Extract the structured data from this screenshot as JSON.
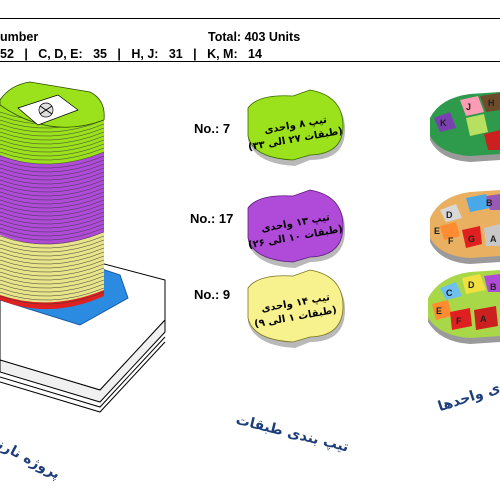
{
  "header": {
    "title_fragment": "umber",
    "total": "Total: 403 Units",
    "summary": "52   |   C, D, E:   35   |   H, J:   31   |   K, M:   14"
  },
  "rows": [
    {
      "no": "No.: 7",
      "oval_line1": "تیپ ۸ واحدی",
      "oval_line2": "(طبقات ۲۷ الی ۳۳)",
      "color": "#9be21c"
    },
    {
      "no": "No.: 17",
      "oval_line1": "تیپ ۱۳ واحدی",
      "oval_line2": "(طبقات ۱۰ الی ۲۶)",
      "color": "#b04ad8"
    },
    {
      "no": "No.: 9",
      "oval_line1": "تیپ ۱۴ واحدی",
      "oval_line2": "(طبقات ۱ الی ۹)",
      "color": "#f7f28e"
    }
  ],
  "captions": {
    "left": "پروژه نارنج",
    "middle": "تیپ بندی طبقات",
    "right": "ی واحدها"
  },
  "unit_letters": {
    "row1": [
      "J",
      "H",
      "K"
    ],
    "row2": [
      "B",
      "D",
      "E",
      "F",
      "G",
      "A"
    ],
    "row3": [
      "C",
      "D",
      "E",
      "F",
      "A",
      "B"
    ]
  },
  "colors": {
    "tower_green": "#9be21c",
    "tower_purple": "#b04ad8",
    "tower_cream": "#e8e48a",
    "tower_red": "#e02020",
    "base_blue": "#2a8be0",
    "caption": "#1d3e78"
  }
}
